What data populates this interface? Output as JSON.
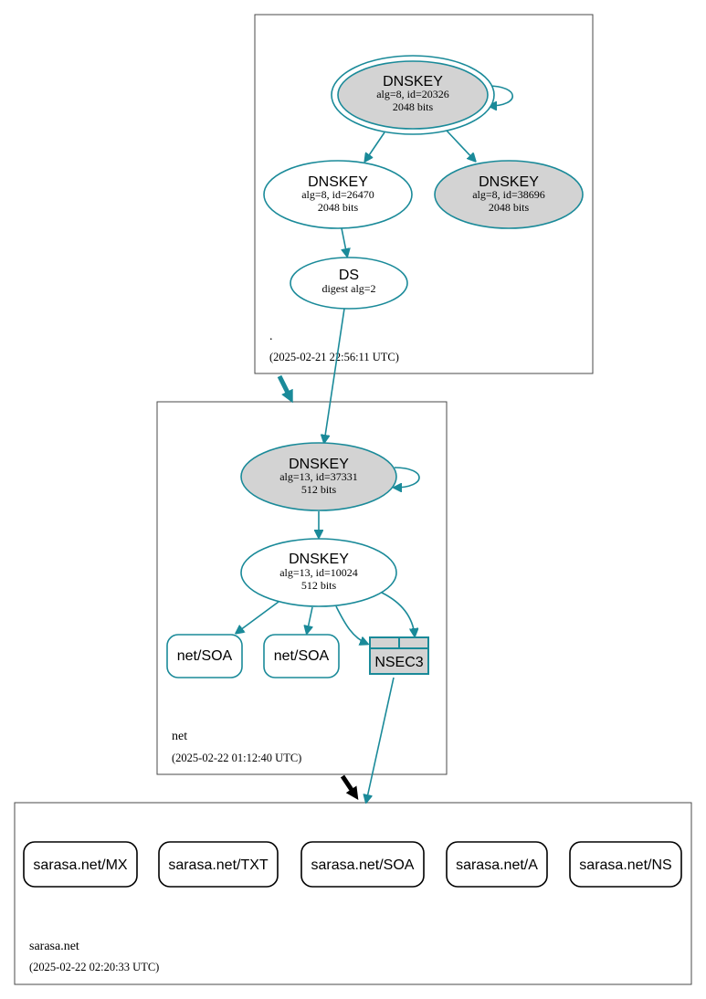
{
  "zones": {
    "root": {
      "name": ".",
      "timestamp": "(2025-02-21 22:56:11 UTC)"
    },
    "net": {
      "name": "net",
      "timestamp": "(2025-02-22 01:12:40 UTC)"
    },
    "sarasa": {
      "name": "sarasa.net",
      "timestamp": "(2025-02-22 02:20:33 UTC)"
    }
  },
  "nodes": {
    "root_ksk": {
      "title": "DNSKEY",
      "line1": "alg=8, id=20326",
      "line2": "2048 bits"
    },
    "root_zsk1": {
      "title": "DNSKEY",
      "line1": "alg=8, id=26470",
      "line2": "2048 bits"
    },
    "root_zsk2": {
      "title": "DNSKEY",
      "line1": "alg=8, id=38696",
      "line2": "2048 bits"
    },
    "root_ds": {
      "title": "DS",
      "line1": "digest alg=2"
    },
    "net_ksk": {
      "title": "DNSKEY",
      "line1": "alg=13, id=37331",
      "line2": "512 bits"
    },
    "net_zsk": {
      "title": "DNSKEY",
      "line1": "alg=13, id=10024",
      "line2": "512 bits"
    },
    "net_soa1": {
      "label": "net/SOA"
    },
    "net_soa2": {
      "label": "net/SOA"
    },
    "nsec3": {
      "label": "NSEC3"
    }
  },
  "sarasa_records": [
    {
      "label": "sarasa.net/MX"
    },
    {
      "label": "sarasa.net/TXT"
    },
    {
      "label": "sarasa.net/SOA"
    },
    {
      "label": "sarasa.net/A"
    },
    {
      "label": "sarasa.net/NS"
    }
  ],
  "colors": {
    "edge": "#1a8a99",
    "gray_fill": "#d3d3d3",
    "delegation_arrow": "#1a8a99",
    "insecure_arrow": "#000000"
  }
}
